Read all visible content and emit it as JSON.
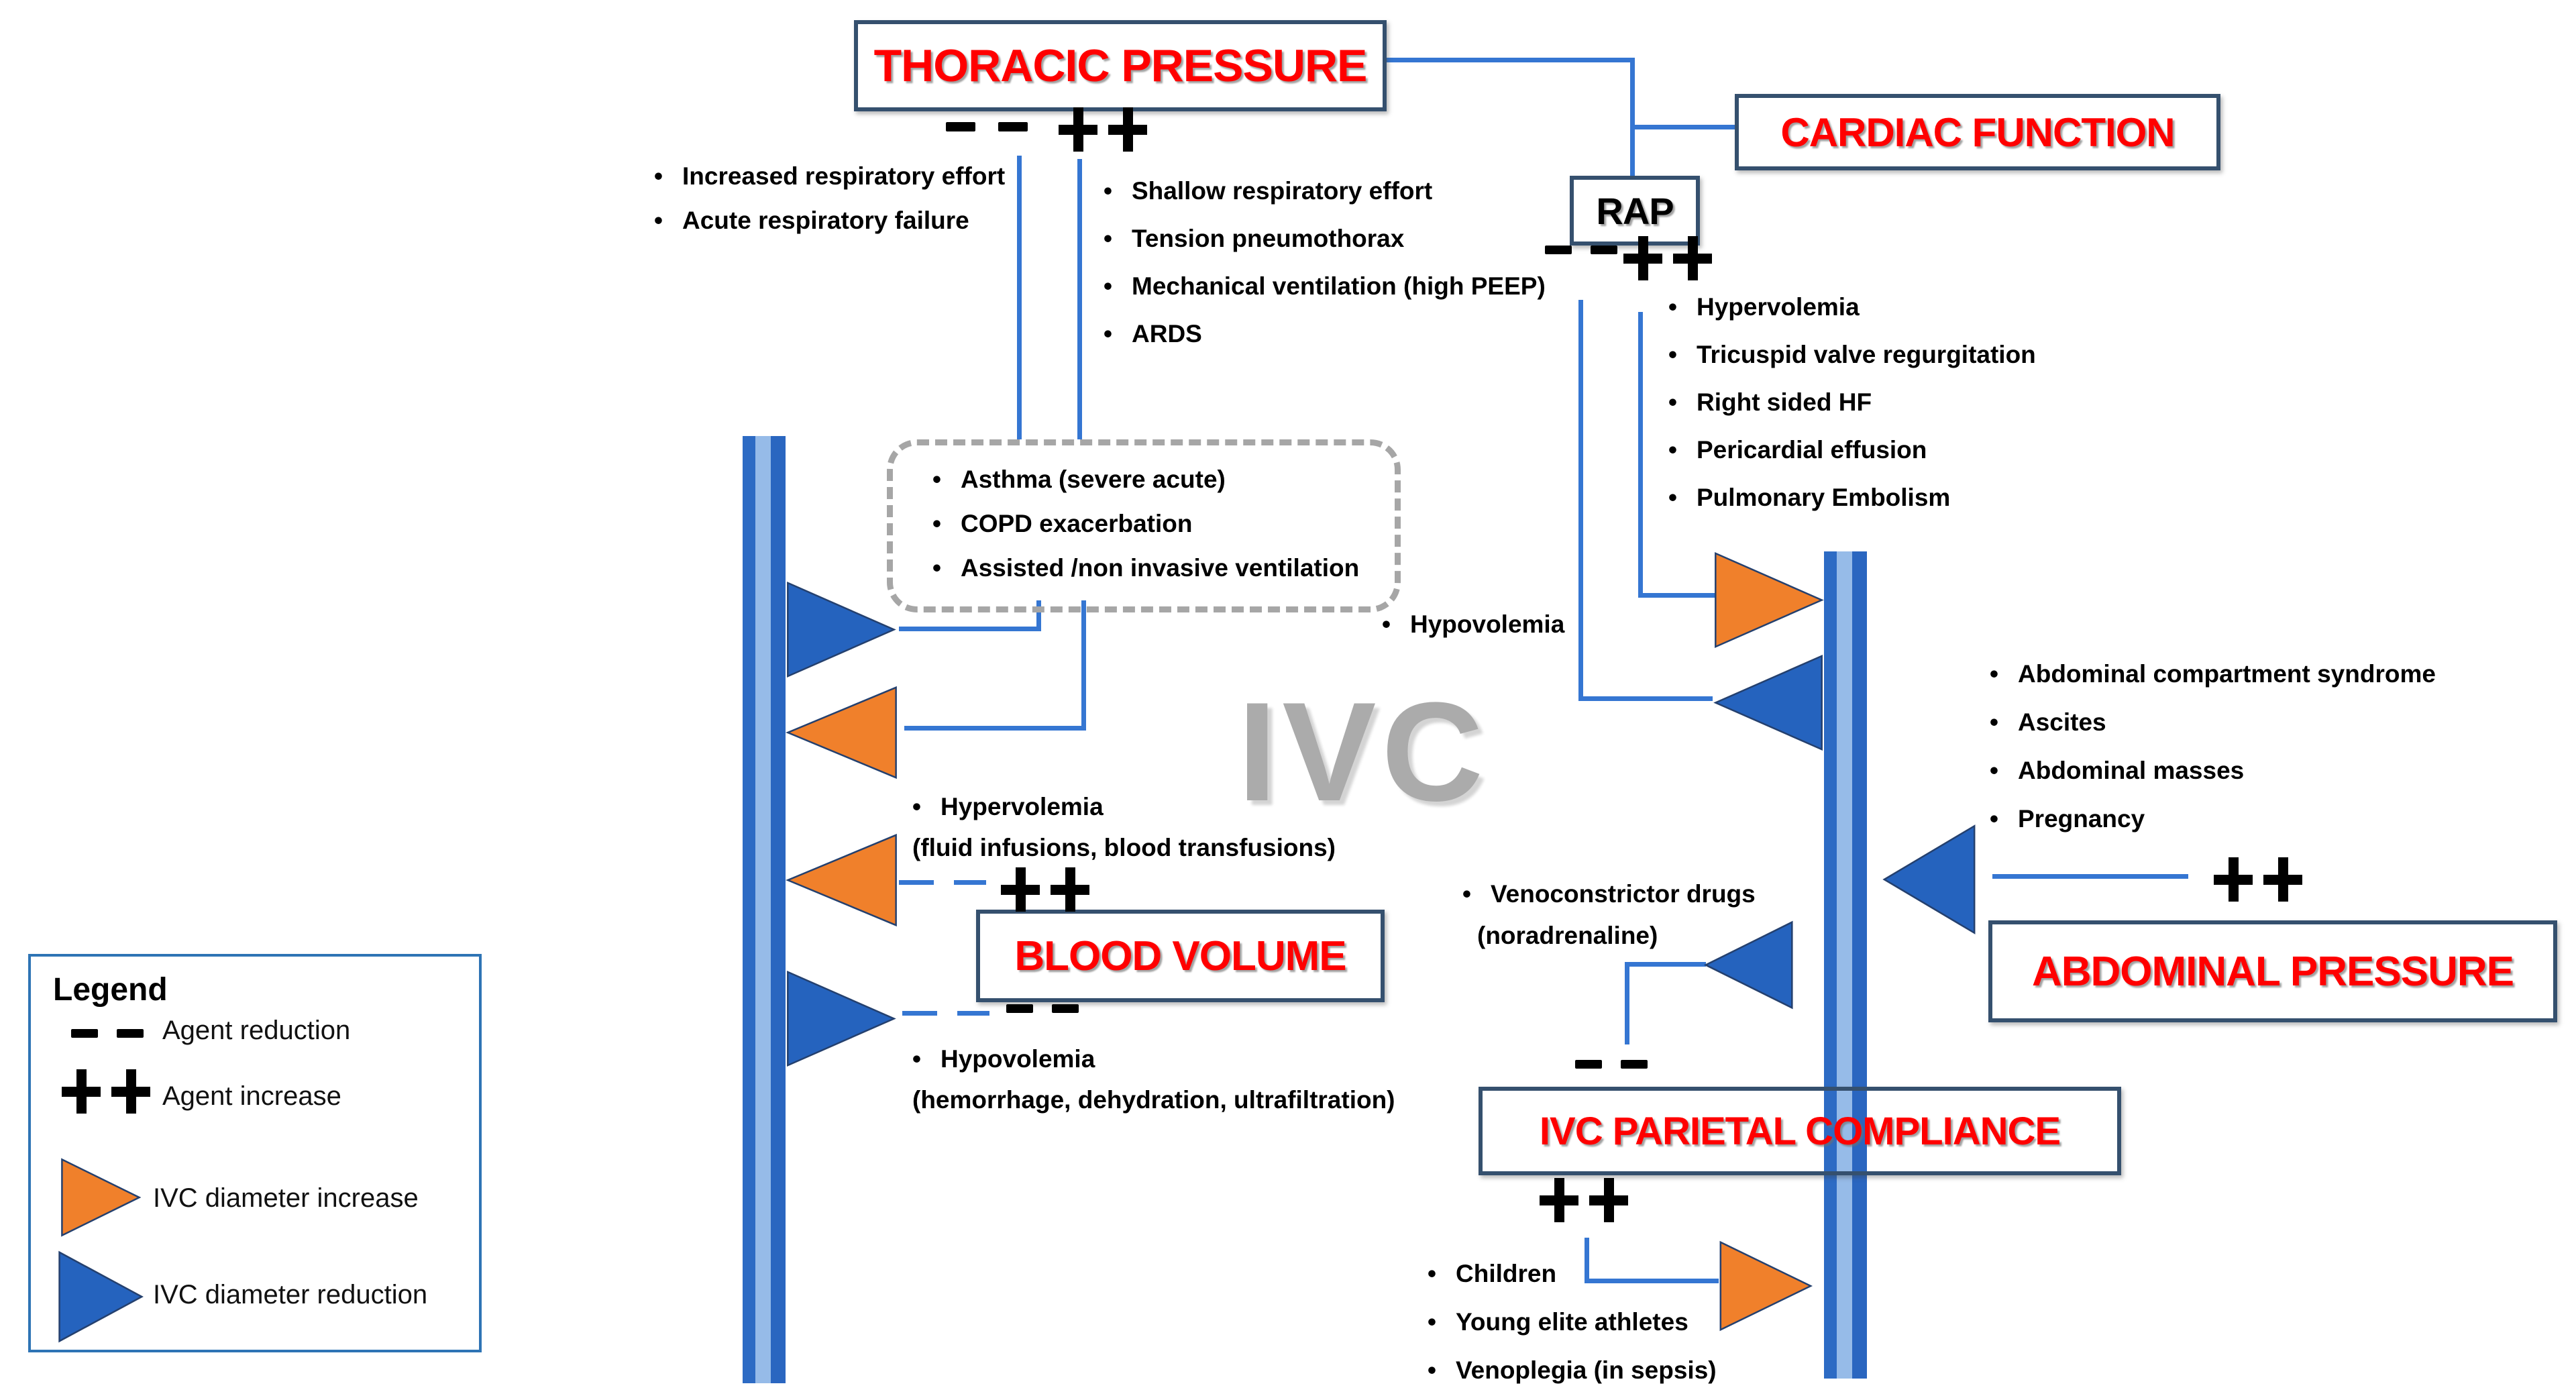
{
  "ui": {
    "bullet": "•"
  },
  "colors": {
    "accent_red": "#ff0000",
    "box_border": "#35506e",
    "line_blue": "#3576d2",
    "triangle_orange": "#f0802b",
    "triangle_blue": "#2563be",
    "wall_dark_blue": "#2d6bc4",
    "wall_light_blue": "#96bbe8",
    "dashed_gray": "#a6a6a6",
    "ivc_gray": "#ababab",
    "legend_border": "#2e74b5"
  },
  "ivc_label": "IVC",
  "boxes": {
    "thoracic_pressure": "THORACIC PRESSURE",
    "cardiac_function": "CARDIAC FUNCTION",
    "rap": "RAP",
    "blood_volume": "BLOOD VOLUME",
    "abdominal_pressure": "ABDOMINAL PRESSURE",
    "ivc_parietal_compliance": "IVC PARIETAL COMPLIANCE"
  },
  "symbols": {
    "agent_reduction": "- -",
    "agent_increase": "+ +"
  },
  "lists": {
    "thoracic_decrease": [
      "Increased respiratory effort",
      "Acute respiratory failure"
    ],
    "thoracic_increase": [
      "Shallow respiratory effort",
      "Tension pneumothorax",
      "Mechanical ventilation (high PEEP)",
      "ARDS"
    ],
    "thoracic_shared": [
      "Asthma (severe acute)",
      "COPD exacerbation",
      "Assisted /non invasive ventilation"
    ],
    "rap_increase": [
      "Hypervolemia",
      "Tricuspid valve regurgitation",
      "Right sided HF",
      "Pericardial effusion",
      "Pulmonary Embolism"
    ],
    "rap_decrease": [
      "Hypovolemia"
    ],
    "blood_increase": [
      "Hypervolemia",
      "(fluid infusions, blood transfusions)"
    ],
    "blood_decrease": [
      "Hypovolemia",
      "(hemorrhage, dehydration, ultrafiltration)"
    ],
    "abdominal_increase": [
      "Abdominal compartment syndrome",
      "Ascites",
      "Abdominal masses",
      "Pregnancy"
    ],
    "compliance_decrease": [
      "Venoconstrictor drugs",
      "(noradrenaline)"
    ],
    "compliance_increase": [
      "Children",
      "Young elite athletes",
      "Venoplegia (in sepsis)"
    ]
  },
  "legend": {
    "title": "Legend",
    "agent_reduction": "Agent reduction",
    "agent_increase": "Agent increase",
    "ivc_increase": "IVC diameter increase",
    "ivc_reduction": "IVC diameter reduction"
  }
}
